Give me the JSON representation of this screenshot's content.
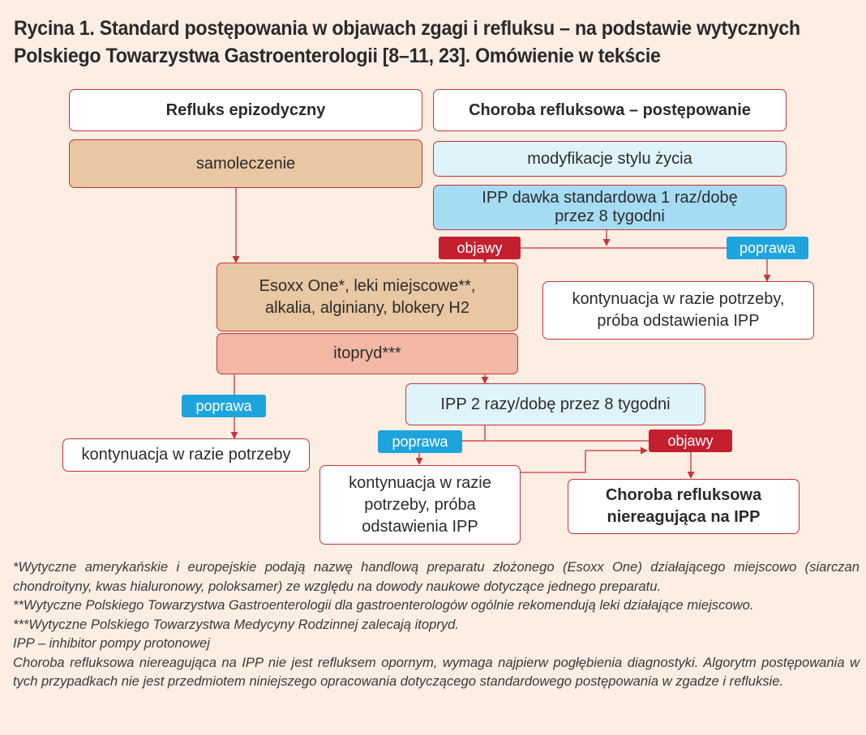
{
  "title": {
    "line1": "Rycina 1. Standard postępowania w objawach zgagi i refluksu – na podstawie wytycznych",
    "line2": "Polskiego Towarzystwa Gastroenterologii [8–11, 23]. Omówienie w tekście"
  },
  "nodes": {
    "episodic": "Refluks epizodyczny",
    "self_treatment": "samoleczenie",
    "gerd_management": "Choroba refluksowa – postępowanie",
    "lifestyle": "modyfikacje stylu życia",
    "ppi_standard_line1": "IPP dawka standardowa 1 raz/dobę",
    "ppi_standard_line2": "przez 8 tygodni",
    "esoxx_line1": "Esoxx One*, leki miejscowe**,",
    "esoxx_line2": "alkalia, alginiany, blokery H2",
    "itopride": "itopryd***",
    "continue_trial_line1": "kontynuacja w razie potrzeby,",
    "continue_trial_line2": "próba odstawienia IPP",
    "ppi_double": "IPP 2 razy/dobę przez 8 tygodni",
    "continue_as_needed": "kontynuacja w razie potrzeby",
    "continue_trial2_line1": "kontynuacja w razie",
    "continue_trial2_line2": "potrzeby, próba",
    "continue_trial2_line3": "odstawienia IPP",
    "refractory_line1": "Choroba refluksowa",
    "refractory_line2": "niereagująca na IPP"
  },
  "tags": {
    "symptoms_1": "objawy",
    "improvement_1": "poprawa",
    "improvement_2": "poprawa",
    "improvement_3": "poprawa",
    "symptoms_2": "objawy"
  },
  "footnotes": {
    "f1": "*Wytyczne amerykańskie i europejskie podają nazwę handlową preparatu złożonego (Esoxx One) działającego miejscowo (siarczan chondroityny, kwas hialuronowy, poloksamer) ze względu na dowody naukowe dotyczące jednego preparatu.",
    "f2": "**Wytyczne Polskiego Towarzystwa Gastroenterologii dla gastroenterologów ogólnie rekomendują leki działające miejscowo.",
    "f3": "***Wytyczne Polskiego Towarzystwa Medycyny Rodzinnej zalecają itopryd.",
    "f4": "IPP – inhibitor pompy protonowej",
    "f5": "Choroba refluksowa niereagująca na IPP nie jest refluksem opornym, wymaga najpierw pogłębienia diagnostyki. Algorytm postępowania w tych przypadkach nie jest przedmiotem niniejszego opracowania dotyczącego standardowego postępowania w zgadze i refluksie."
  },
  "colors": {
    "border": "#c8323c",
    "background": "#fdeee4",
    "tan": "#e8c7a2",
    "salmon": "#f2b8a3",
    "pale_blue": "#dff3fb",
    "sky_blue": "#a6dcf3",
    "tag_red": "#c41f2f",
    "tag_blue": "#1ea4dc"
  }
}
